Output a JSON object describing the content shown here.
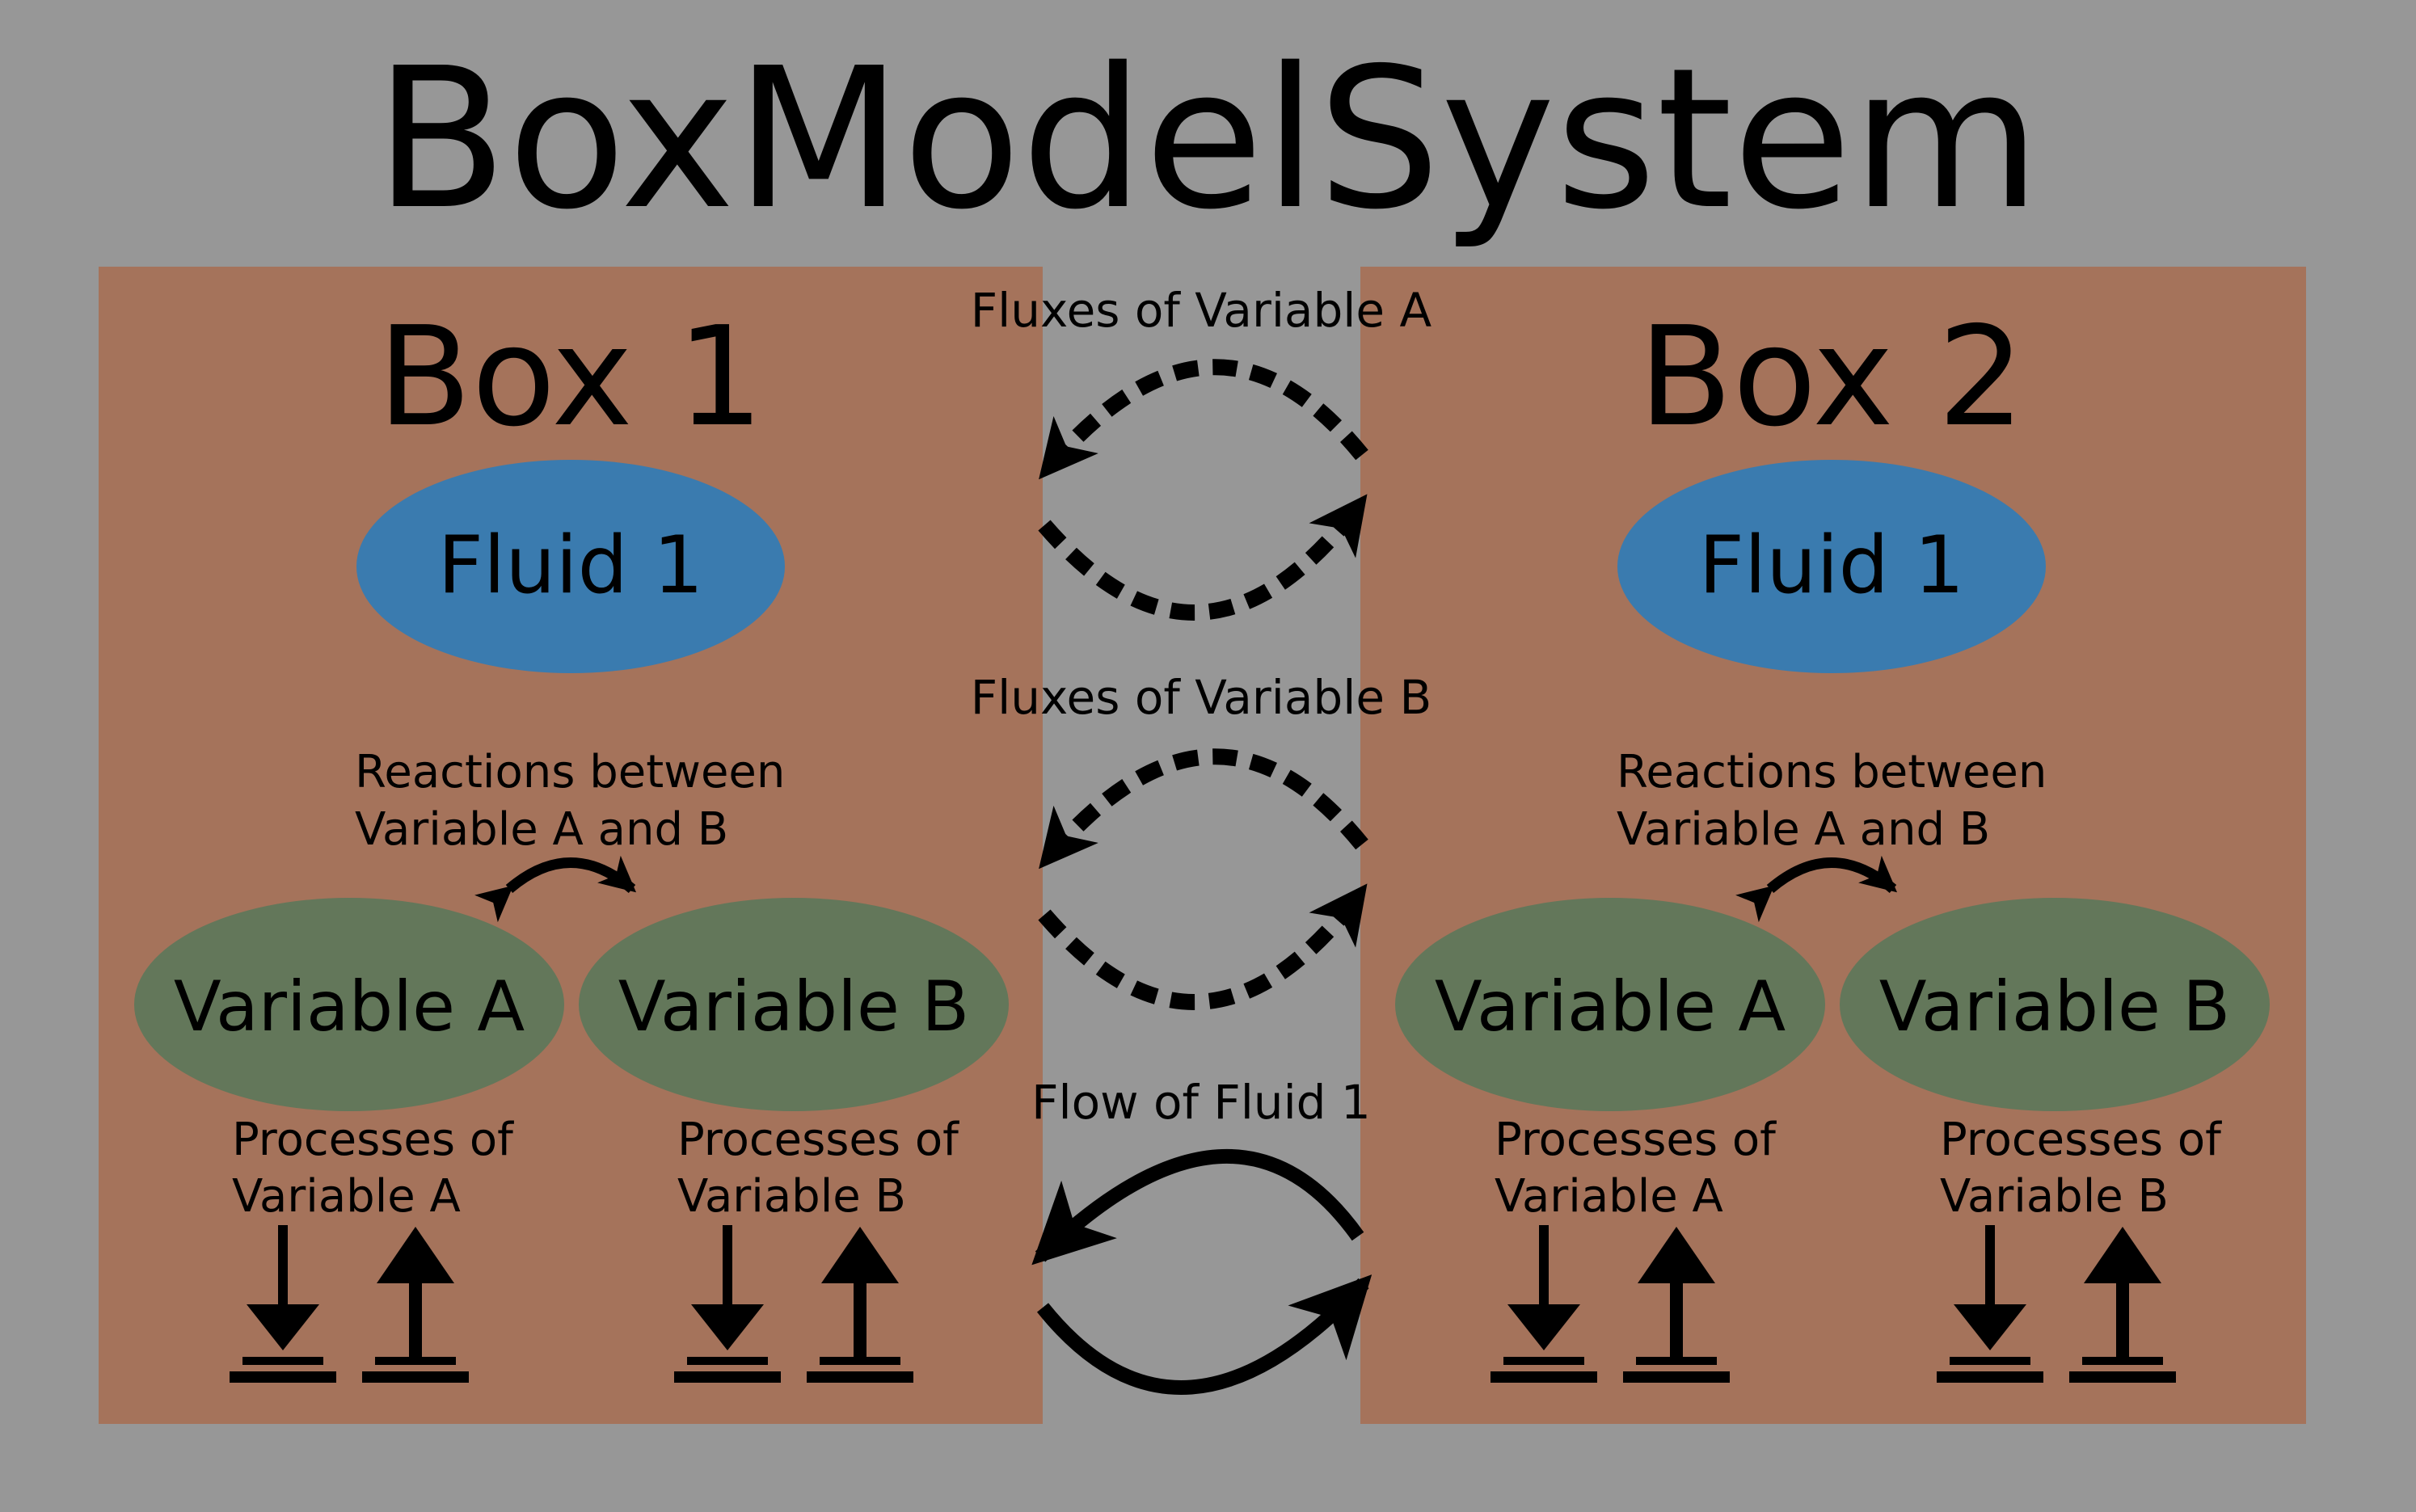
{
  "title": "BoxModelSystem",
  "colors": {
    "background": "#979797",
    "box": "#a5735b",
    "fluid": "#3a7baf",
    "variable": "#63775a",
    "ink": "#000000"
  },
  "boxes": [
    {
      "title": "Box 1",
      "fluid_label": "Fluid 1",
      "reaction_label_line1": "Reactions between",
      "reaction_label_line2": "Variable A and B",
      "variable_a": "Variable A",
      "variable_b": "Variable B",
      "process_a_line1": "Processes of",
      "process_a_line2": "Variable A",
      "process_b_line1": "Processes of",
      "process_b_line2": "Variable B"
    },
    {
      "title": "Box 2",
      "fluid_label": "Fluid 1",
      "reaction_label_line1": "Reactions between",
      "reaction_label_line2": "Variable A and B",
      "variable_a": "Variable A",
      "variable_b": "Variable B",
      "process_a_line1": "Processes of",
      "process_a_line2": "Variable A",
      "process_b_line1": "Processes of",
      "process_b_line2": "Variable B"
    }
  ],
  "connections": {
    "flux_a": "Fluxes of Variable A",
    "flux_b": "Fluxes of Variable B",
    "flow": "Flow of Fluid 1"
  },
  "icons": [
    "sink-down-arrow-icon",
    "source-up-arrow-icon",
    "bidirectional-arrow-icon",
    "dashed-flux-arrow-icon",
    "solid-flow-arrow-icon"
  ]
}
